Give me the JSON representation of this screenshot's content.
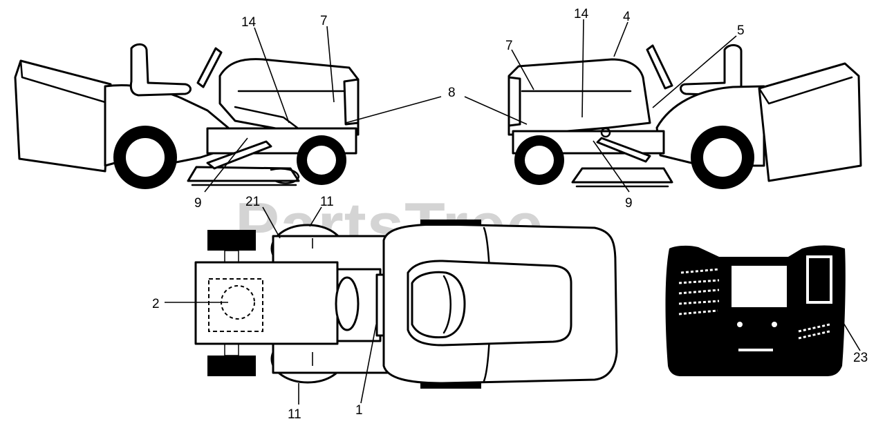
{
  "watermark": "PartsTree",
  "callouts": {
    "left_14": "14",
    "left_7": "7",
    "left_9": "9",
    "label_8": "8",
    "right_14": "14",
    "right_4": "4",
    "right_7": "7",
    "right_5": "5",
    "right_9": "9",
    "top_21": "21",
    "top_11_upper": "11",
    "top_11_lower": "11",
    "top_2": "2",
    "top_1": "1",
    "panel_23": "23"
  },
  "views": [
    "left-side-view",
    "right-side-view",
    "top-view",
    "control-panel-view"
  ]
}
